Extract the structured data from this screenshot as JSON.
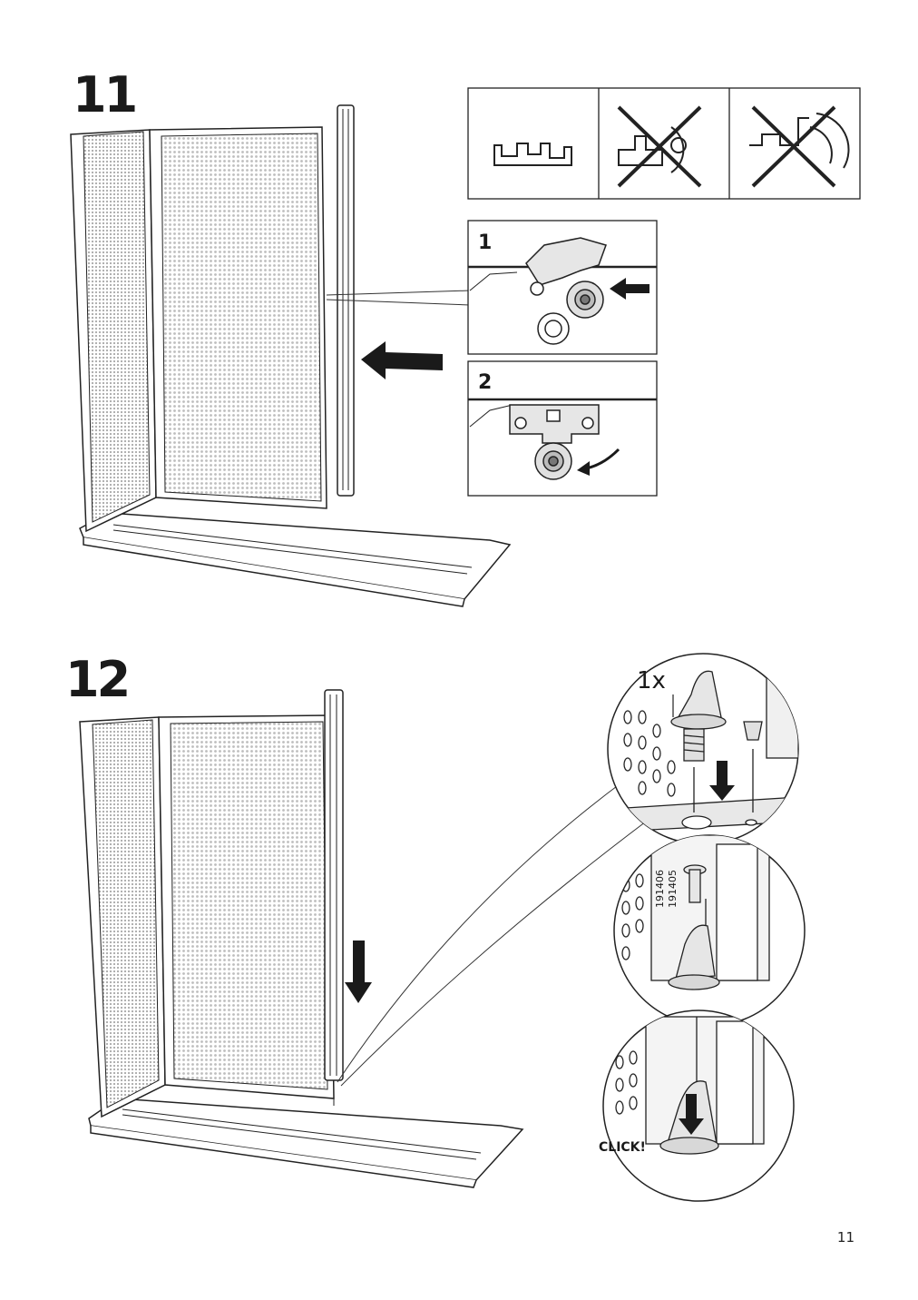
{
  "steps": [
    {
      "number": "11",
      "profile_panel": {
        "items": [
          {
            "state": "correct",
            "icon": "rail-profile-icon"
          },
          {
            "state": "incorrect",
            "icon": "rail-profile-crossed-icon"
          },
          {
            "state": "incorrect",
            "icon": "rail-profile-crossed-icon"
          }
        ]
      },
      "detail_boxes": [
        {
          "label": "1",
          "icon": "clip-insert-icon"
        },
        {
          "label": "2",
          "icon": "clip-rotate-icon"
        }
      ]
    },
    {
      "number": "12",
      "quantity": "1x",
      "part_numbers": [
        "191406",
        "191405"
      ],
      "click_label": "CLICK!"
    }
  ],
  "page_number": "11"
}
